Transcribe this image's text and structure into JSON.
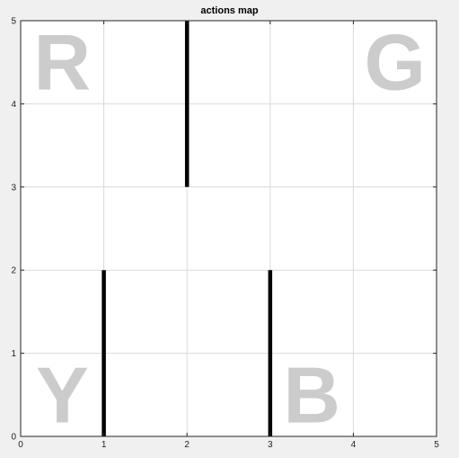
{
  "title": "actions map",
  "chart_data": {
    "type": "grid-map",
    "xlim": [
      0,
      5
    ],
    "ylim": [
      0,
      5
    ],
    "grid": true,
    "x_ticks": [
      "0",
      "1",
      "2",
      "3",
      "4",
      "5"
    ],
    "y_ticks": [
      "0",
      "1",
      "2",
      "3",
      "4",
      "5"
    ],
    "walls": [
      {
        "x": 2,
        "y_from": 3,
        "y_to": 5
      },
      {
        "x": 1,
        "y_from": 0,
        "y_to": 2
      },
      {
        "x": 3,
        "y_from": 0,
        "y_to": 2
      }
    ],
    "locations": [
      {
        "label": "R",
        "x": 0.5,
        "y": 4.5
      },
      {
        "label": "G",
        "x": 4.5,
        "y": 4.5
      },
      {
        "label": "Y",
        "x": 0.5,
        "y": 0.5
      },
      {
        "label": "B",
        "x": 3.5,
        "y": 0.5
      }
    ],
    "colors": {
      "wall": "#000000",
      "letter": "#cccccc",
      "grid": "#d9d9d9",
      "axes_bg": "#ffffff"
    }
  }
}
